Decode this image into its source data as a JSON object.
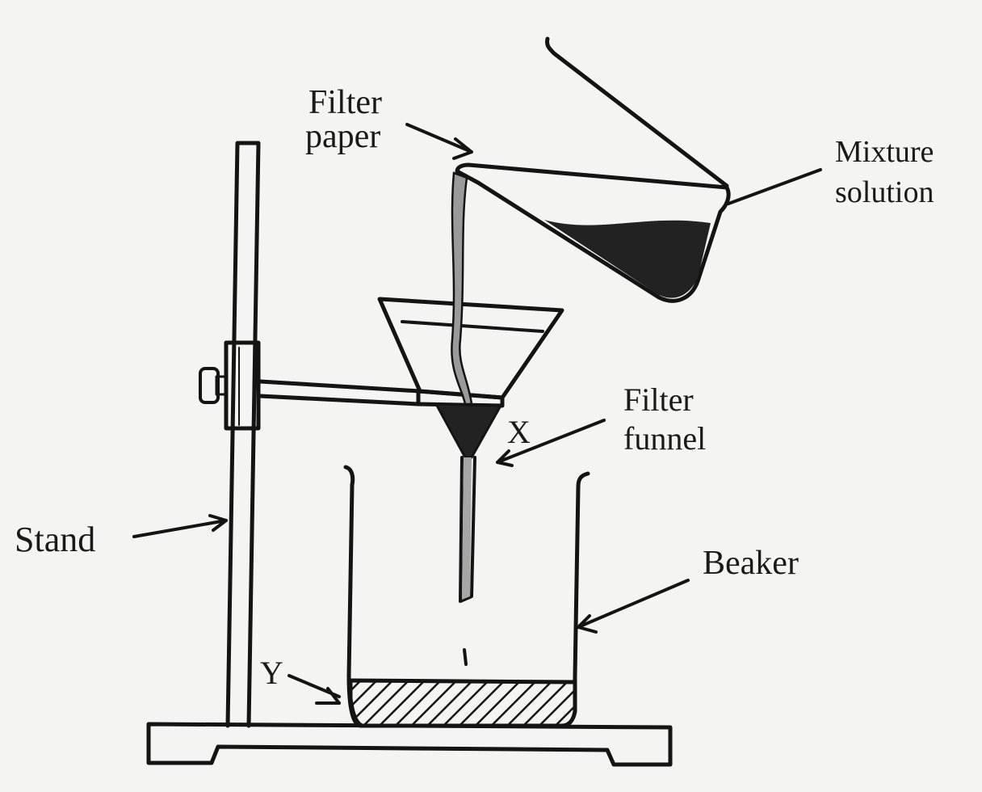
{
  "diagram": {
    "title": "Filtration apparatus",
    "labels": {
      "filter_paper_line1": "Filter",
      "filter_paper_line2": "paper",
      "mixture_line1": "Mixture",
      "mixture_line2": "solution",
      "filter_funnel_line1": "Filter",
      "filter_funnel_line2": "funnel",
      "stand": "Stand",
      "beaker": "Beaker",
      "x_marker": "X",
      "y_marker": "Y"
    },
    "colors": {
      "ink": "#141414",
      "background": "#f4f4f2",
      "liquid": "#222222",
      "stream": "#9a9a9a"
    }
  }
}
